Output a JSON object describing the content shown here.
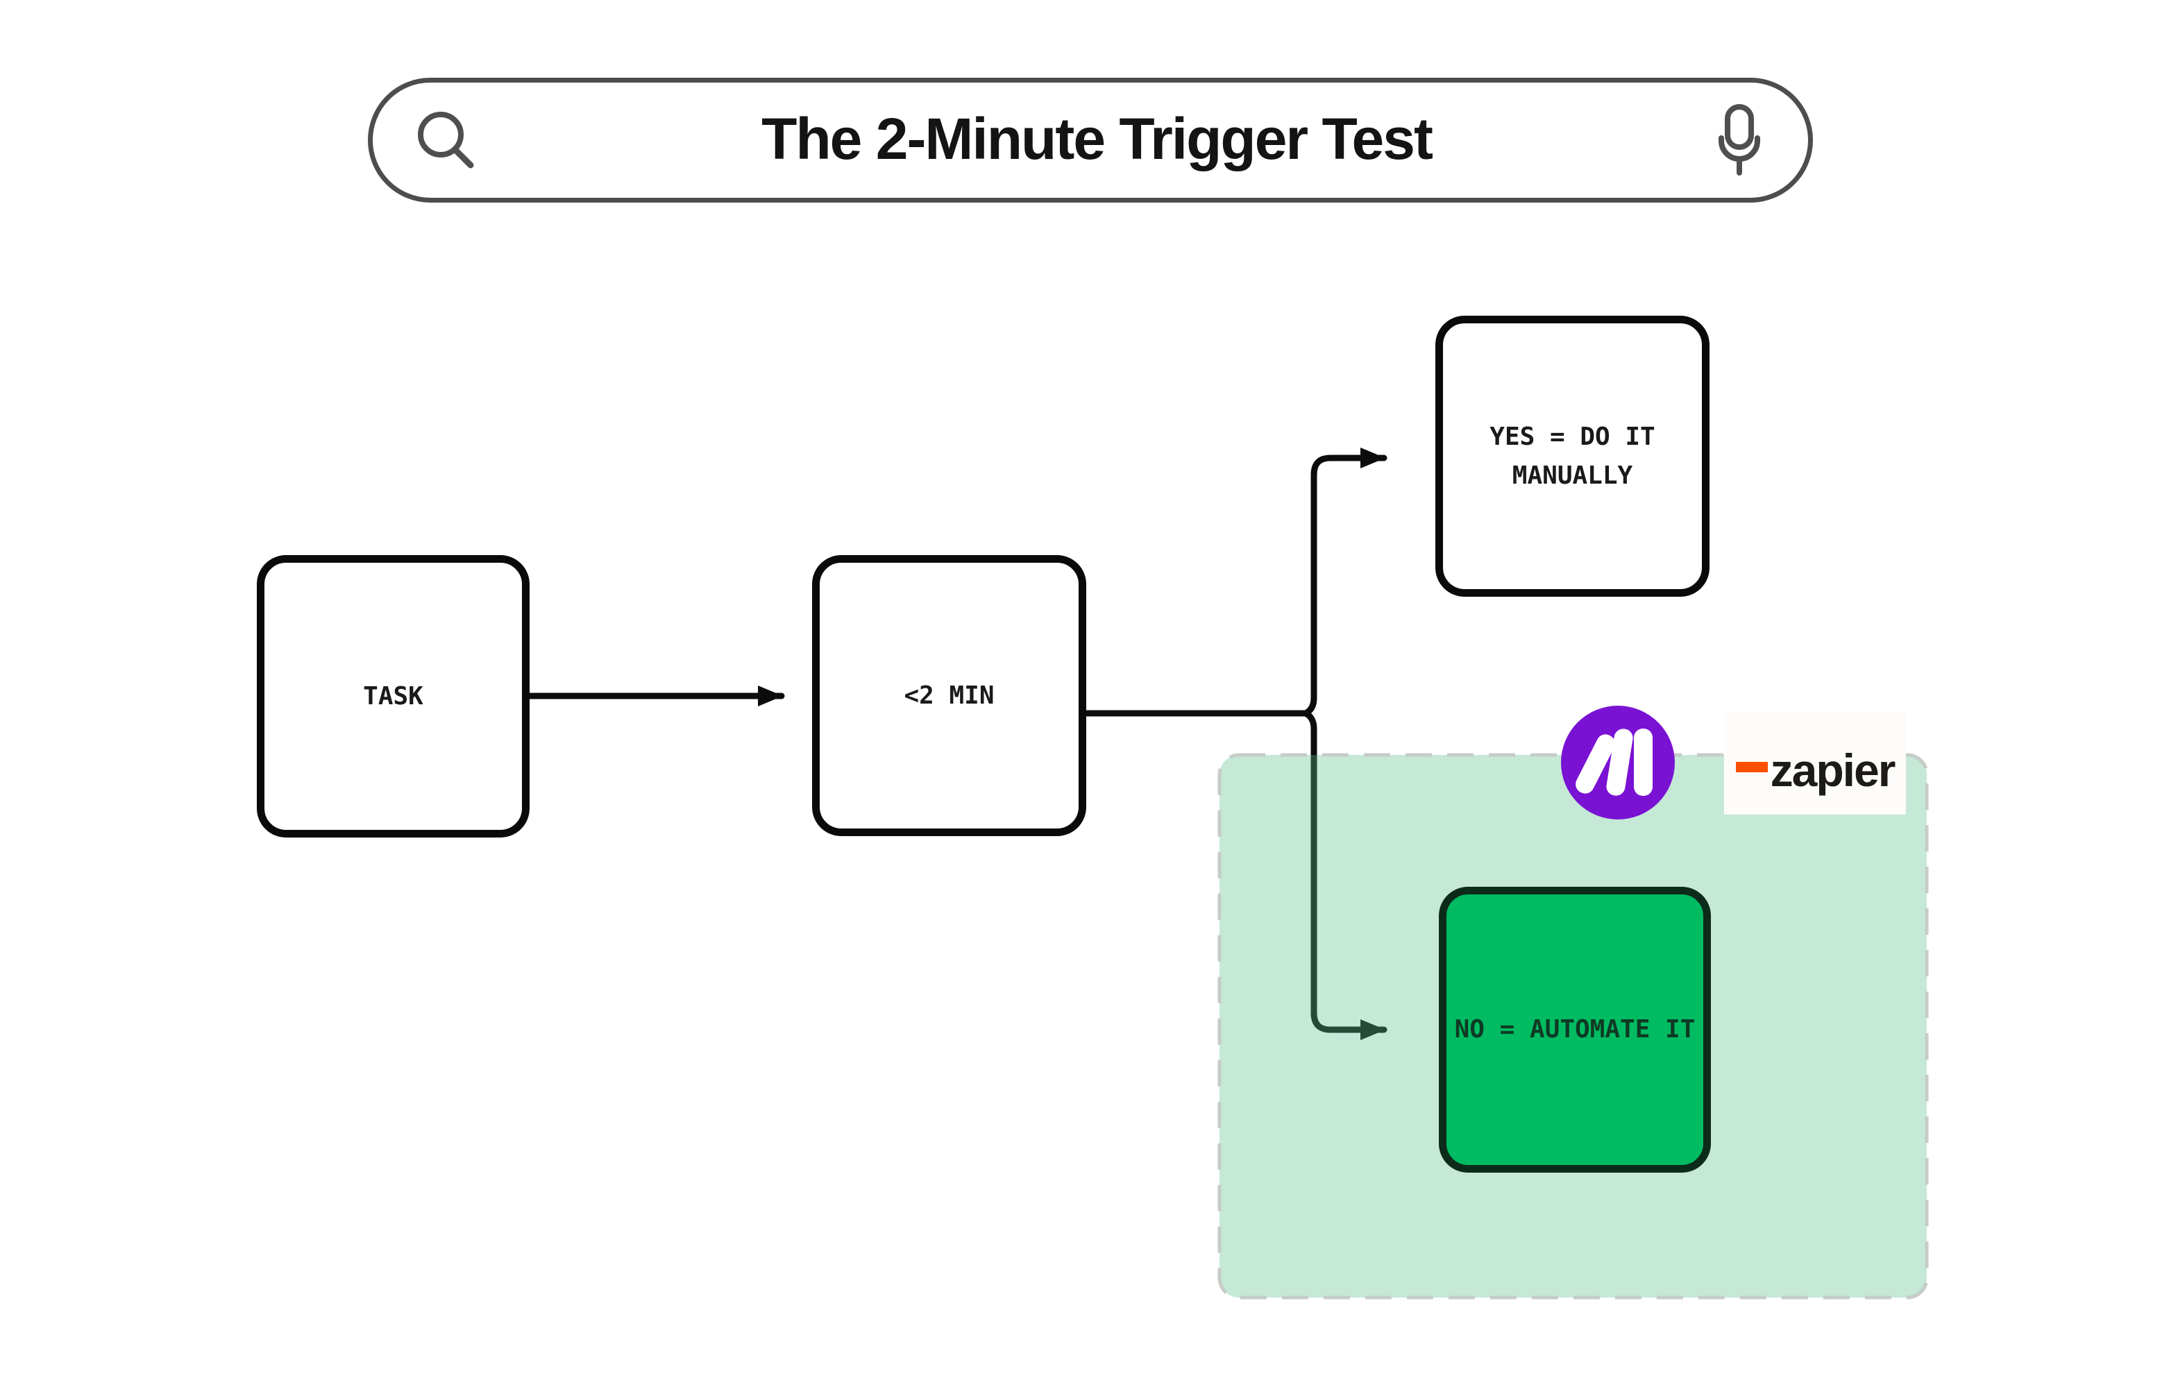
{
  "header": {
    "title": "The 2-Minute Trigger Test",
    "left_icon": "search",
    "right_icon": "microphone"
  },
  "flow": {
    "task": {
      "label": "TASK"
    },
    "condition": {
      "label": "<2 MIN"
    },
    "yes_branch": {
      "label": "YES = DO IT\nMANUALLY"
    },
    "no_branch": {
      "label": "NO = AUTOMATE IT"
    }
  },
  "logos": {
    "make": {
      "name": "make-logo"
    },
    "zapier": {
      "underscore": "_",
      "text": "zapier"
    }
  },
  "colors": {
    "automate_green": "#00bb61",
    "automate_border": "#0d2b1b",
    "panel_mint": "#cdeadd",
    "panel_dash": "#c6ccc7",
    "make_purple": "#7a12d4",
    "zapier_orange": "#ff4f00",
    "line_black": "#0c0c0c",
    "bar_border_gray": "#4d4d4d"
  }
}
